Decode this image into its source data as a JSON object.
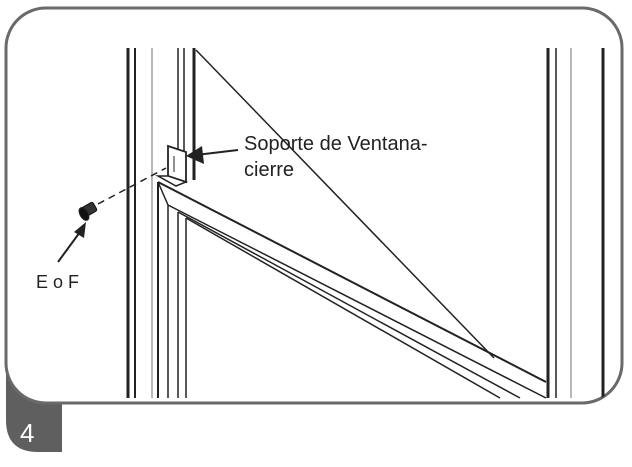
{
  "diagram": {
    "step_number": "4",
    "bracket_label_line1": "Soporte de Ventana-",
    "bracket_label_line2": "cierre",
    "screw_label": "E o F"
  },
  "colors": {
    "frame_stroke": "#222222",
    "panel_border": "#6a6a6a",
    "step_tab": "#5f5f5f",
    "step_text": "#ffffff",
    "background": "#ffffff"
  }
}
